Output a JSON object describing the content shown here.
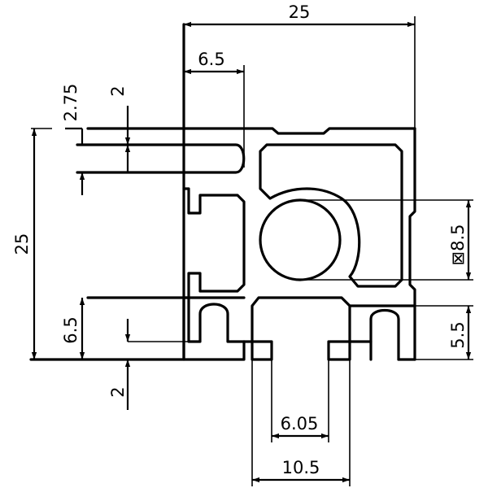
{
  "drawing": {
    "dimensions": {
      "overall_width": "25",
      "slot_top_width": "6.5",
      "slot_top_depth": "2.75",
      "slot_lip_left": "2",
      "overall_height": "25",
      "slot_left_height": "6.5",
      "slot_lip_bottom": "2",
      "bore_diameter": "8.5",
      "bore_symbol": "⊠",
      "slot_right_depth": "5.5",
      "slot_bottom_inner": "6.05",
      "slot_bottom_outer": "10.5"
    },
    "stroke_color": "#000000",
    "background_color": "#ffffff"
  }
}
